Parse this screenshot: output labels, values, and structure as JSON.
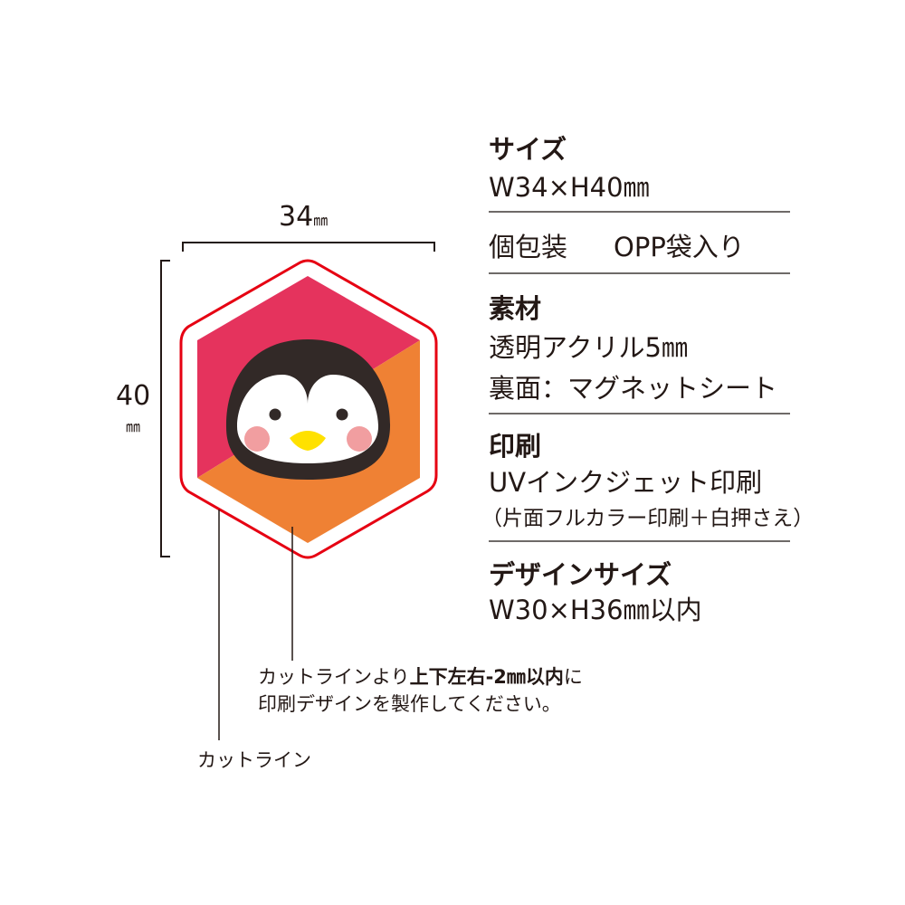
{
  "dimensions": {
    "width_value": "34",
    "width_unit": "㎜",
    "height_value": "40",
    "height_unit": "㎜"
  },
  "specs": {
    "size_label": "サイズ",
    "size_value": "W34×H40㎜",
    "packaging_label": "個包装",
    "packaging_value": "OPP袋入り",
    "material_label": "素材",
    "material_value_1": "透明アクリル5㎜",
    "material_value_2": "裏面：マグネットシート",
    "print_label": "印刷",
    "print_value_1": "UVインクジェット印刷",
    "print_value_2": "（片面フルカラー印刷＋白押さえ）",
    "design_size_label": "デザインサイズ",
    "design_size_value": "W30×H36㎜以内"
  },
  "notes": {
    "design_note_pre": "カットラインより",
    "design_note_bold": "上下左右-2㎜以内",
    "design_note_post": "に",
    "design_note_line2": "印刷デザインを製作してください。",
    "cut_line_label": "カットライン"
  },
  "colors": {
    "cut_line": "#e60012",
    "pink": "#e5335d",
    "orange": "#ef8134",
    "penguin_black": "#322927",
    "cheek": "#f19ea0",
    "beak": "#ffe100"
  }
}
